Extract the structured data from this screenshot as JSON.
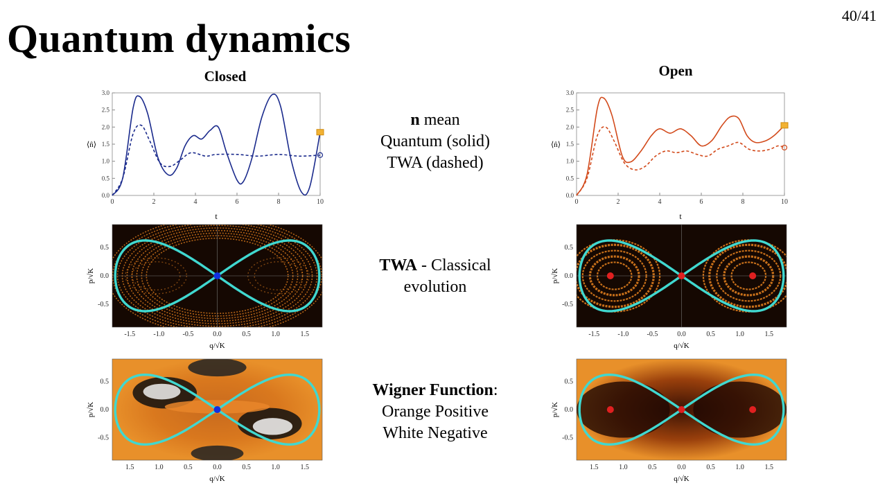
{
  "slide": {
    "title": "Quantum dynamics",
    "page_number": "40/41"
  },
  "columns": {
    "closed": "Closed",
    "open": "Open"
  },
  "captions": {
    "row1": {
      "line1_bold": "n",
      "line1_rest": " mean",
      "line2": "Quantum (solid)",
      "line3": "TWA (dashed)"
    },
    "row2": {
      "line1_bold": "TWA",
      "line1_rest": " - Classical",
      "line2": "evolution"
    },
    "row3": {
      "line1_bold": "Wigner Function",
      "line1_rest": ":",
      "line2": "Orange Positive",
      "line3": "White Negative"
    }
  },
  "line_plot_labels": {
    "xlabel": "t",
    "ylabel": "⟨n̂⟩"
  },
  "phase_plot_labels": {
    "xlabel": "q/√K",
    "ylabel": "p/√K"
  },
  "colors": {
    "closed_curve": "#1a2a8c",
    "open_curve": "#d2491a",
    "separatrix": "#40d8d0",
    "closed_point": "#1030e0",
    "open_point": "#e02020",
    "phase_background": "#1a0a02",
    "phase_orange": "#e8821e"
  },
  "chart_data": [
    {
      "type": "line",
      "panel": "closed-mean-n",
      "xlabel": "t",
      "ylabel": "⟨n̂⟩",
      "xlim": [
        0,
        10
      ],
      "ylim": [
        0,
        3
      ],
      "xticks": [
        "0",
        "2",
        "4",
        "6",
        "8",
        "10"
      ],
      "yticks": [
        "0.0",
        "0.5",
        "1.0",
        "1.5",
        "2.0",
        "2.5",
        "3.0"
      ],
      "series": [
        {
          "name": "Quantum (solid)",
          "style": "solid",
          "x": [
            0,
            0.5,
            1,
            1.3,
            1.7,
            2.2,
            2.7,
            3.1,
            3.5,
            3.9,
            4.3,
            4.7,
            5.1,
            5.5,
            6,
            6.3,
            6.7,
            7.2,
            7.7,
            8.1,
            8.6,
            9.1,
            9.5,
            10
          ],
          "y": [
            0,
            0.5,
            2.55,
            2.9,
            2.4,
            1.1,
            0.6,
            0.8,
            1.45,
            1.75,
            1.65,
            1.9,
            2.0,
            1.25,
            0.45,
            0.4,
            1.05,
            2.3,
            2.95,
            2.6,
            1.05,
            0.1,
            0.25,
            1.85
          ]
        },
        {
          "name": "TWA (dashed)",
          "style": "dashed",
          "x": [
            0,
            0.5,
            1,
            1.4,
            1.8,
            2.3,
            2.8,
            3.3,
            3.8,
            4.5,
            5,
            6,
            7,
            8,
            9,
            10
          ],
          "y": [
            0,
            0.5,
            1.8,
            2.05,
            1.6,
            0.95,
            0.85,
            1.05,
            1.25,
            1.15,
            1.2,
            1.2,
            1.15,
            1.2,
            1.15,
            1.18
          ]
        }
      ]
    },
    {
      "type": "line",
      "panel": "open-mean-n",
      "xlabel": "t",
      "ylabel": "⟨n̂⟩",
      "xlim": [
        0,
        10
      ],
      "ylim": [
        0,
        3
      ],
      "xticks": [
        "0",
        "2",
        "4",
        "6",
        "8",
        "10"
      ],
      "yticks": [
        "0.0",
        "0.5",
        "1.0",
        "1.5",
        "2.0",
        "2.5",
        "3.0"
      ],
      "series": [
        {
          "name": "Quantum (solid)",
          "style": "solid",
          "x": [
            0,
            0.5,
            1,
            1.3,
            1.7,
            2.2,
            2.6,
            3.1,
            3.6,
            4,
            4.5,
            5,
            5.5,
            6,
            6.5,
            7,
            7.4,
            7.8,
            8.2,
            8.6,
            9.1,
            9.5,
            10
          ],
          "y": [
            0,
            0.6,
            2.55,
            2.85,
            2.35,
            1.15,
            0.98,
            1.3,
            1.75,
            1.95,
            1.82,
            1.95,
            1.75,
            1.45,
            1.6,
            2.05,
            2.3,
            2.25,
            1.75,
            1.55,
            1.6,
            1.75,
            2.05
          ]
        },
        {
          "name": "TWA (dashed)",
          "style": "dashed",
          "x": [
            0,
            0.5,
            1,
            1.4,
            1.8,
            2.3,
            2.8,
            3.3,
            3.8,
            4.3,
            4.8,
            5.3,
            5.8,
            6.3,
            6.8,
            7.3,
            7.8,
            8.3,
            8.8,
            9.3,
            9.7,
            10
          ],
          "y": [
            0,
            0.5,
            1.75,
            2.0,
            1.6,
            0.95,
            0.75,
            0.85,
            1.15,
            1.3,
            1.25,
            1.3,
            1.2,
            1.15,
            1.35,
            1.45,
            1.55,
            1.35,
            1.3,
            1.35,
            1.45,
            1.4
          ]
        }
      ]
    },
    {
      "type": "heatmap",
      "panel": "closed-twa",
      "xlabel": "q/√K",
      "ylabel": "p/√K",
      "xticks": [
        "-1.5",
        "-1.0",
        "-0.5",
        "0.0",
        "0.5",
        "1.0",
        "1.5"
      ],
      "yticks": [
        "0.5",
        "0.0",
        "-0.5"
      ],
      "xlim": [
        -1.8,
        1.8
      ],
      "ylim": [
        -0.9,
        0.9
      ],
      "point": [
        [
          0,
          0
        ]
      ]
    },
    {
      "type": "heatmap",
      "panel": "open-twa",
      "xlabel": "q/√K",
      "ylabel": "p/√K",
      "xticks": [
        "-1.5",
        "-1.0",
        "-0.5",
        "0.0",
        "0.5",
        "1.0",
        "1.5"
      ],
      "yticks": [
        "0.5",
        "0.0",
        "-0.5"
      ],
      "xlim": [
        -1.8,
        1.8
      ],
      "ylim": [
        -0.9,
        0.9
      ],
      "point": [
        [
          -1.22,
          0
        ],
        [
          0,
          0
        ],
        [
          1.22,
          0
        ]
      ]
    },
    {
      "type": "heatmap",
      "panel": "closed-wigner",
      "xlabel": "q/√K",
      "ylabel": "p/√K",
      "xticks": [
        "1.5",
        "1.0",
        "0.5",
        "0.0",
        "0.5",
        "1.0",
        "1.5"
      ],
      "yticks": [
        "0.5",
        "0.0",
        "-0.5"
      ],
      "xlim": [
        -1.8,
        1.8
      ],
      "ylim": [
        -0.9,
        0.9
      ],
      "point": [
        [
          0,
          0
        ]
      ]
    },
    {
      "type": "heatmap",
      "panel": "open-wigner",
      "xlabel": "q/√K",
      "ylabel": "p/√K",
      "xticks": [
        "1.5",
        "1.0",
        "0.5",
        "0.0",
        "0.5",
        "1.0",
        "1.5"
      ],
      "yticks": [
        "0.5",
        "0.0",
        "-0.5"
      ],
      "xlim": [
        -1.8,
        1.8
      ],
      "ylim": [
        -0.9,
        0.9
      ],
      "point": [
        [
          -1.22,
          0
        ],
        [
          0,
          0
        ],
        [
          1.22,
          0
        ]
      ]
    }
  ]
}
